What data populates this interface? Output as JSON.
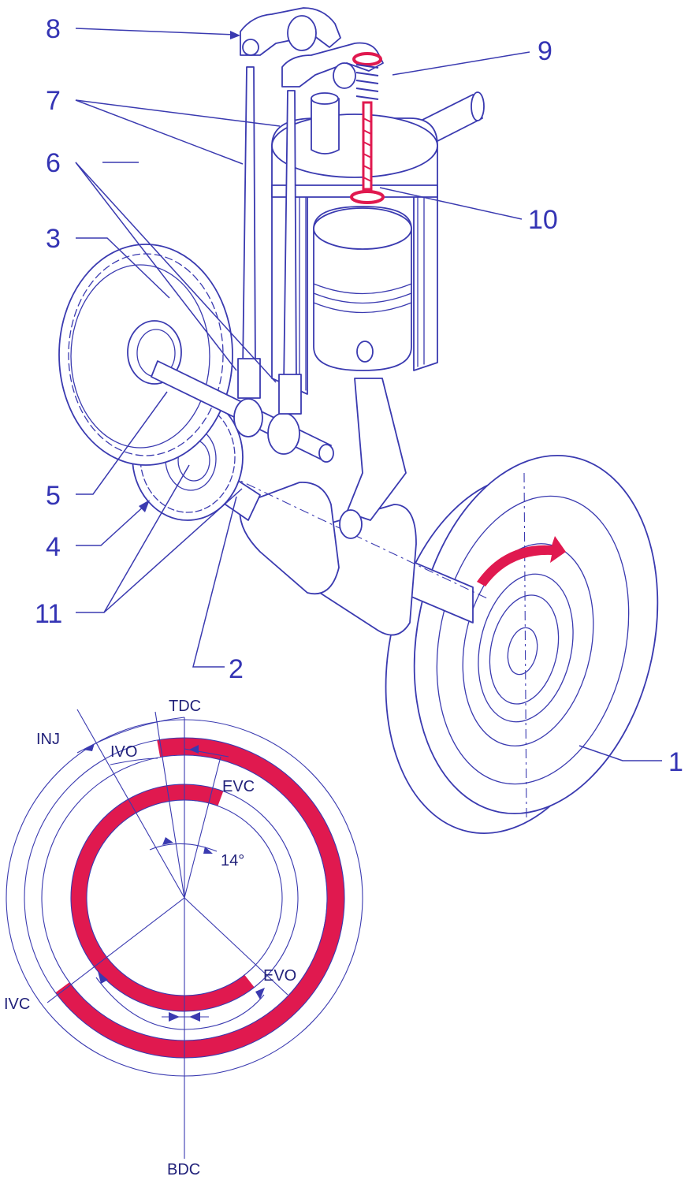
{
  "engine_labels": {
    "n1": "1",
    "n2": "2",
    "n3": "3",
    "n4": "4",
    "n5": "5",
    "n6": "6",
    "n7": "7",
    "n8": "8",
    "n9": "9",
    "n10": "10",
    "n11": "11"
  },
  "timing_labels": {
    "tdc": "TDC",
    "bdc": "BDC",
    "inj": "INJ",
    "ivo": "IVO",
    "evc": "EVC",
    "evo": "EVO",
    "ivc": "IVC",
    "overlap": "14°"
  },
  "colors": {
    "line": "#3a3ab0",
    "label": "#3434b4",
    "highlight": "#e0194f",
    "background": "#ffffff"
  }
}
